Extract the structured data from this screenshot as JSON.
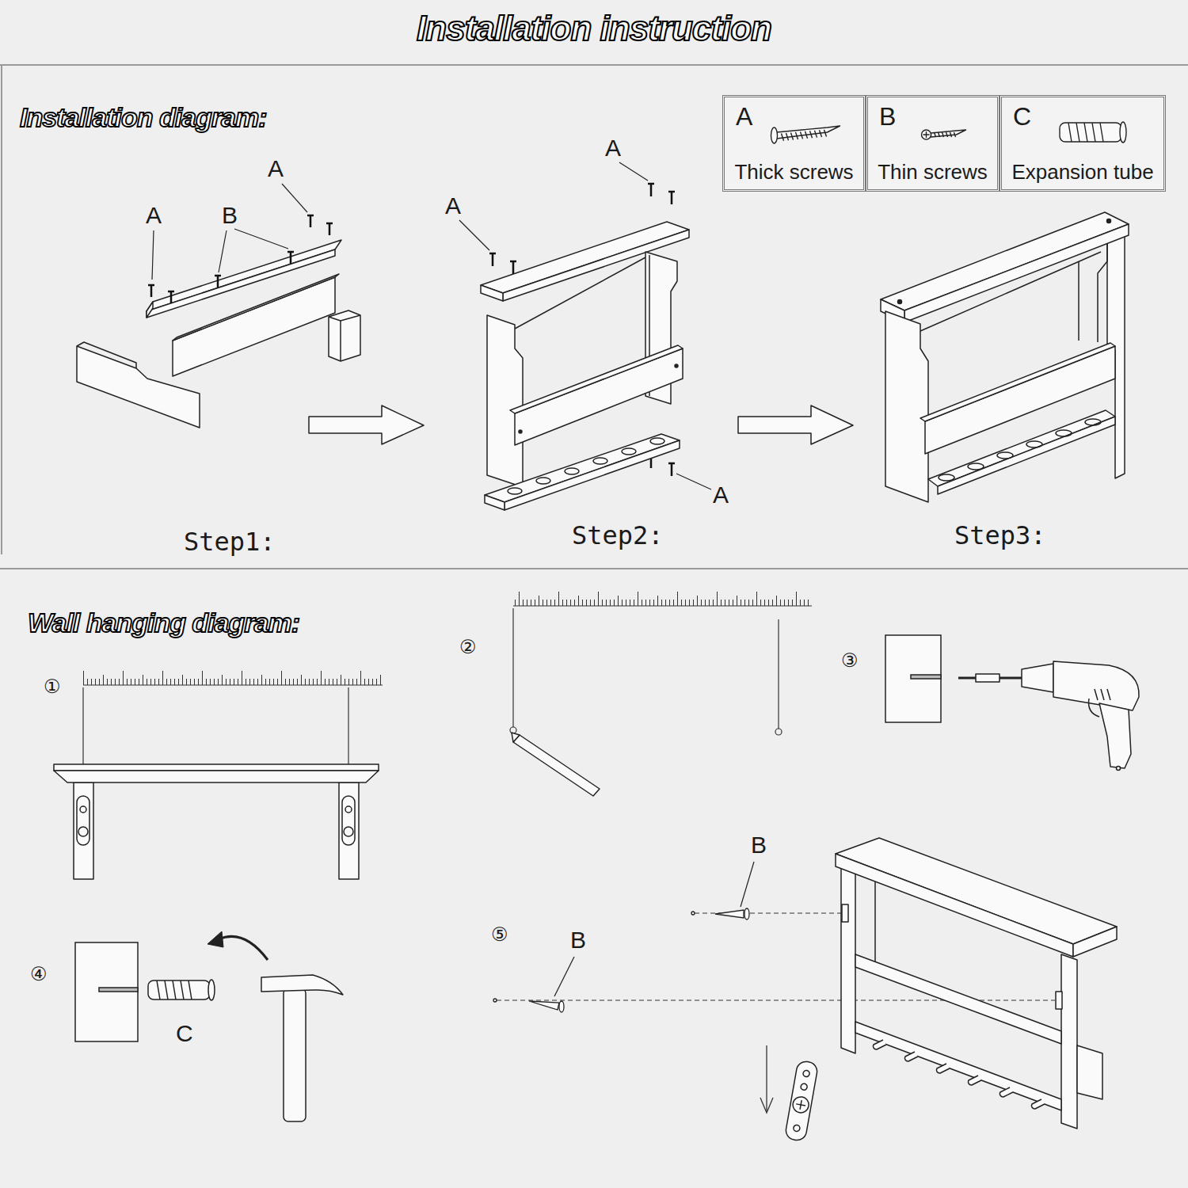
{
  "diagram": {
    "title": "Installation instruction",
    "nodes": [
      {
        "text": [
          "A",
          "Thick screws"
        ]
      },
      {
        "text": [
          "B",
          "Thin screws"
        ]
      },
      {
        "text": [
          "C",
          "Expansion tube"
        ]
      }
    ],
    "labels": [
      "Installation diagram:",
      "A",
      "A",
      "B",
      "A",
      "A",
      "A",
      "Step1:",
      "Step2:",
      "Step3:",
      "Wall hanging diagram:",
      "①",
      "②",
      "③",
      "④",
      "C",
      "⑤",
      "B",
      "B"
    ]
  }
}
